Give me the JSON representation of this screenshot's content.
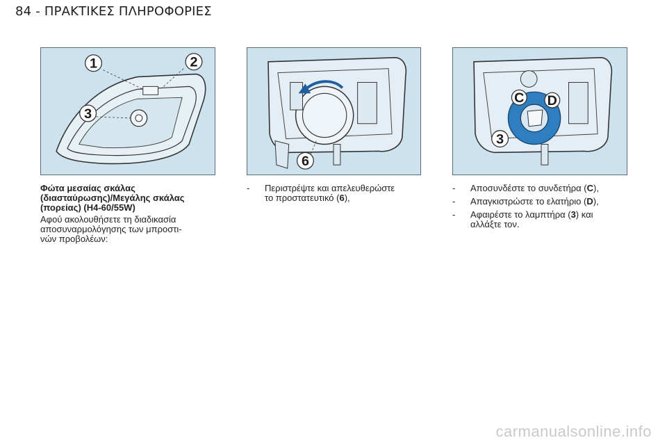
{
  "header": {
    "page_title": "84 - ΠΡΑΚΤΙΚΕΣ ΠΛΗΡΟΦΟΡΙΕΣ"
  },
  "figures": {
    "fig1": {
      "labels": [
        "1",
        "2",
        "3"
      ]
    },
    "fig2": {
      "labels": [
        "6"
      ]
    },
    "fig3": {
      "labels": [
        "C",
        "D",
        "3"
      ]
    }
  },
  "col1": {
    "title_lines": [
      "Φώτα μεσαίας σκάλας",
      "(διασταύρωσης)/Μεγάλης σκάλας",
      "(πορείας) (H4-60/55W)"
    ],
    "body_lines": [
      "Αφού ακολουθήσετε τη διαδικασία",
      "αποσυναρμολόγησης των μπροστι-",
      "νών προβολέων:"
    ]
  },
  "col2": {
    "items": [
      {
        "dash": "-",
        "line1": "Περιστρέψτε και απελευθερώστε",
        "line2_pre": "το προστατευτικό (",
        "bold": "6",
        "line2_post": "),"
      }
    ]
  },
  "col3": {
    "items": [
      {
        "dash": "-",
        "pre": "Αποσυνδέστε το συνδετήρα (",
        "bold": "C",
        "post": "),"
      },
      {
        "dash": "-",
        "pre": "Απαγκιστρώστε το ελατήριο (",
        "bold": "D",
        "post": "),"
      },
      {
        "dash": "-",
        "pre": "Αφαιρέστε το λαμπτήρα (",
        "bold": "3",
        "post": ") και",
        "line2": "αλλάξτε τον."
      }
    ]
  },
  "footer": {
    "watermark": "carmanualsonline.info"
  },
  "colors": {
    "figure_bg": "#cce2ee",
    "highlight": "#2f7fc0",
    "text": "#222222"
  }
}
